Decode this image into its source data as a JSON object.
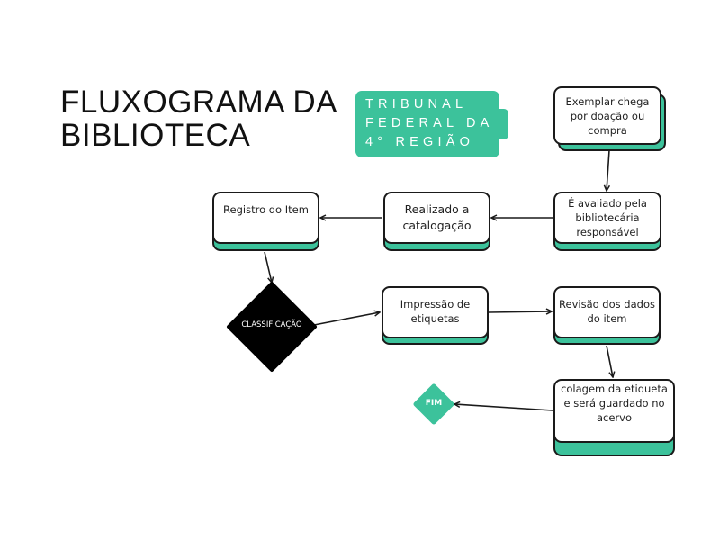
{
  "title": {
    "line1": "FLUXOGRAMA DA",
    "line2": "BIBLIOTECA"
  },
  "badge": {
    "text": "TRIBUNAL\nFEDERAL DA\n4° REGIÃO",
    "color": "#3cc29b"
  },
  "colors": {
    "accent": "#3cc29b",
    "decision": "#000000",
    "stroke": "#1a1a1a"
  },
  "nodes": {
    "exemplar": "Exemplar chega por doação ou compra",
    "avaliado": "É avaliado pela bibliotecária responsável",
    "catalogacao": "Realizado a catalogação",
    "registro": "Registro do Item",
    "classificacao": "CLASSIFICAÇÃO",
    "impressao": "Impressão de etiquetas",
    "revisao": "Revisão dos dados do item",
    "colagem": "colagem da etiqueta e será guardado no acervo",
    "fim": "FIM"
  },
  "edges": [
    {
      "from": "exemplar",
      "to": "avaliado"
    },
    {
      "from": "avaliado",
      "to": "catalogacao"
    },
    {
      "from": "catalogacao",
      "to": "registro"
    },
    {
      "from": "registro",
      "to": "classificacao"
    },
    {
      "from": "classificacao",
      "to": "impressao"
    },
    {
      "from": "impressao",
      "to": "revisao"
    },
    {
      "from": "revisao",
      "to": "colagem"
    },
    {
      "from": "colagem",
      "to": "fim"
    }
  ]
}
